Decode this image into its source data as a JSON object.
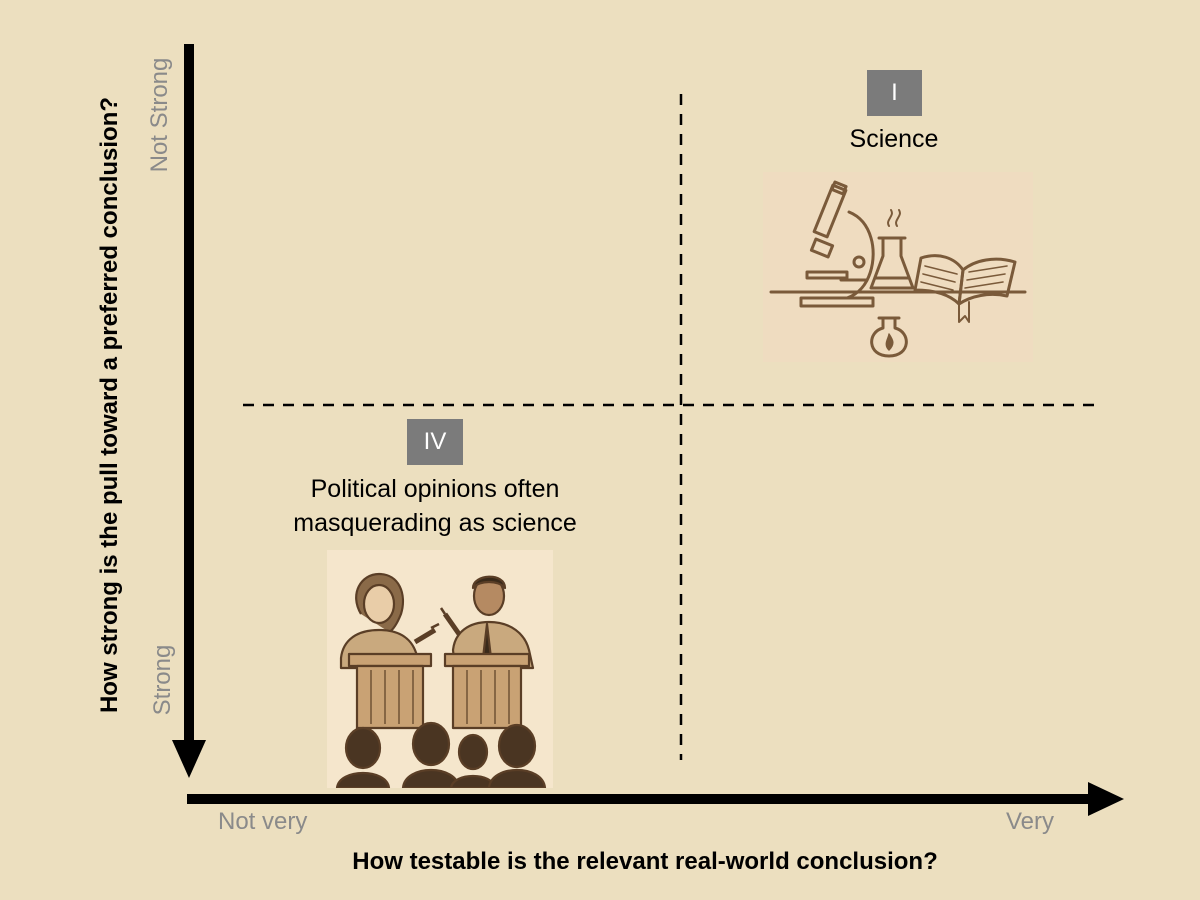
{
  "axes": {
    "y_title": "How strong is the pull toward a preferred conclusion?",
    "y_top_label": "Not Strong",
    "y_bottom_label": "Strong",
    "x_title": "How testable is the relevant real-world conclusion?",
    "x_left_label": "Not very",
    "x_right_label": "Very"
  },
  "quadrants": [
    {
      "numeral": "I",
      "label": "Science",
      "image": "science-illustration"
    },
    {
      "numeral": "IV",
      "label_line1": "Political opinions often",
      "label_line2": "masquerading as science",
      "image": "debate-illustration"
    }
  ],
  "colors": {
    "background": "#ecdfbf",
    "axis": "#000000",
    "badge": "#7b7b7b",
    "muted_text": "#8a8a8a",
    "sketch": "#7a5a3a",
    "image_bg": "#f3e3c8"
  }
}
